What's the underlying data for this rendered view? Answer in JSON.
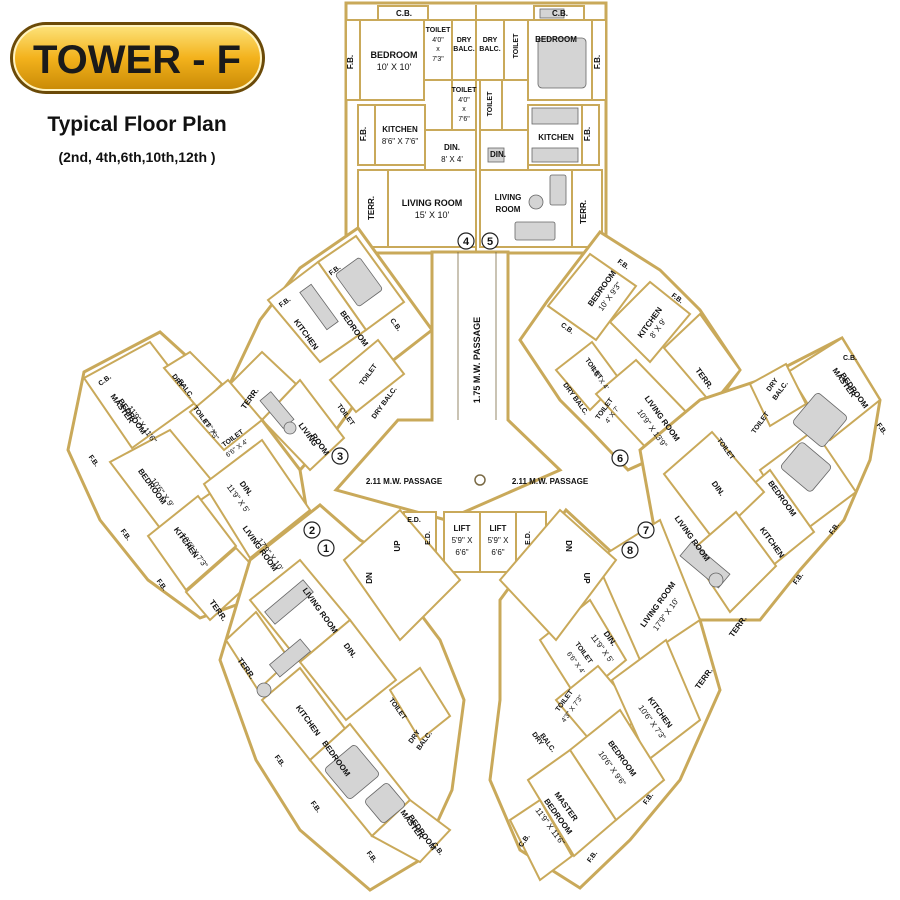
{
  "header": {
    "title": "TOWER - F",
    "subtitle": "Typical Floor Plan",
    "floors": "(2nd, 4th,6th,10th,12th )"
  },
  "colors": {
    "badge_fill": "#f3b21c",
    "badge_border": "#a0720a",
    "wall": "#c9a95a",
    "furniture": "#d4d4d4"
  },
  "core": {
    "passage_vertical": "1.75 M.W. PASSAGE",
    "passage_left": "2.11 M.W. PASSAGE",
    "passage_right": "2.11 M.W. PASSAGE",
    "lift_label": "LIFT",
    "lift_size_a": "5'9\" X",
    "lift_size_b": "6'6\"",
    "ed": "E.D.",
    "dn": "DN",
    "up": "UP"
  },
  "unit_numbers": [
    "1",
    "2",
    "3",
    "4",
    "5",
    "6",
    "7",
    "8"
  ],
  "top_left_unit": {
    "cb": "C.B.",
    "fb": "F.B.",
    "bedroom": "BEDROOM",
    "bedroom_size": "10' X 10'",
    "toilet": "TOILET",
    "toilet_size_a": "4'0\"",
    "toilet_size_b": "x",
    "toilet_size_c": "7'3\"",
    "dry_balc_a": "DRY",
    "dry_balc_b": "BALC.",
    "toilet2": "TOILET",
    "toilet2_size_a": "4'0\"",
    "toilet2_size_b": "x",
    "toilet2_size_c": "7'6\"",
    "kitchen": "KITCHEN",
    "kitchen_size": "8'6\" X 7'6\"",
    "din": "DIN.",
    "din_size": "8' X 4'",
    "living": "LIVING ROOM",
    "living_size": "15' X 10'",
    "terr": "TERR."
  },
  "top_right_unit": {
    "cb": "C.B.",
    "fb": "F.B.",
    "dry_balc_a": "DRY",
    "dry_balc_b": "BALC.",
    "toilet": "TOILET",
    "toilet2": "TOILET",
    "bedroom": "BEDROOM",
    "kitchen": "KITCHEN",
    "din": "DIN.",
    "living_a": "LIVING",
    "living_b": "ROOM",
    "terr": "TERR."
  },
  "left_upper_wing": {
    "fb": "F.B.",
    "bedroom": "BEDROOM",
    "cb": "C.B.",
    "kitchen": "KITCHEN",
    "terr": "TERR.",
    "toilet": "TOILET",
    "dry_balc": "DRY BALC.",
    "toilet2": "TOILET",
    "living_a": "LIVING",
    "living_b": "ROOM"
  },
  "left_far_wing": {
    "cb": "C.B.",
    "master_a": "MASTER",
    "master_b": "BEDROOM",
    "master_size": "11'9\" X 11'6\"",
    "fb": "F.B.",
    "dry_a": "DRY",
    "dry_b": "BALC.",
    "toilet": "TOILET",
    "toilet_size_a": "4'3\" X",
    "toilet_size_b": "7'3\"",
    "toilet2": "TOILET",
    "toilet2_size": "6'6\" X 4'",
    "bedroom": "BEDROOM",
    "bedroom_size": "10'6\" X 9'",
    "din": "DIN.",
    "din_size": "11'9\" X 5'",
    "kitchen": "KITCHEN",
    "kitchen_size": "10'6\" X 7'3\"",
    "living": "LIVING ROOM",
    "living_size": "17'9\" X 10'",
    "fb2": "F.B.",
    "fb3": "F.B.",
    "terr": "TERR."
  },
  "left_lower_wing": {
    "living": "LIVING ROOM",
    "din": "DIN.",
    "terr": "TERR.",
    "kitchen": "KITCHEN",
    "toilet": "TOILET",
    "dry_a": "DRY",
    "dry_b": "BALC.",
    "bedroom": "BEDROOM",
    "master_a": "MASTER",
    "master_b": "BEDROOM",
    "cb": "C.B.",
    "fb": "F.B.",
    "fb2": "F.B.",
    "fb3": "F.B."
  },
  "right_upper_wing": {
    "fb": "F.B.",
    "bedroom": "BEDROOM",
    "bedroom_size": "10' X 9'3\"",
    "fb2": "F.B.",
    "kitchen": "KITCHEN",
    "kitchen_size": "8' X 9'",
    "cb": "C.B.",
    "toilet": "TOILET",
    "toilet_size": "7'3\" X 4'",
    "dry_balc": "DRY BALC.",
    "toilet2": "TOILET",
    "toilet2_size": "4' X 7'",
    "terr": "TERR.",
    "living": "LIVING ROOM",
    "living_size": "10'9\" X 13'9\""
  },
  "right_far_wing": {
    "cb": "C.B.",
    "master_a": "MASTER",
    "master_b": "BEDROOM",
    "dry_a": "DRY",
    "dry_b": "BALC.",
    "toilet": "TOILET",
    "toilet2": "TOILET",
    "fb": "F.B.",
    "din": "DIN.",
    "bedroom": "BEDROOM",
    "kitchen": "KITCHEN",
    "living": "LIVING ROOM",
    "fb2": "F.B.",
    "fb3": "F.B.",
    "terr": "TERR."
  },
  "right_lower_wing": {
    "living": "LIVING ROOM",
    "living_size": "17'9\" X 10'",
    "terr": "TERR.",
    "din": "DIN.",
    "din_size": "11'9\" X 5'",
    "toilet": "TOILET",
    "toilet_size": "6'6\" X 4'",
    "kitchen": "KITCHEN",
    "kitchen_size": "10'6\" X 7'3\"",
    "toilet2": "TOILET",
    "toilet2_size": "4'3\" X 7'3\"",
    "dry_a": "DRY",
    "dry_b": "BALC.",
    "bedroom": "BEDROOM",
    "bedroom_size": "10'6\" X 9'6\"",
    "master_a": "MASTER",
    "master_b": "BEDROOM",
    "master_size": "11'9\" X 11'6\"",
    "fb": "F.B.",
    "fb2": "F.B.",
    "cb": "C.B."
  }
}
